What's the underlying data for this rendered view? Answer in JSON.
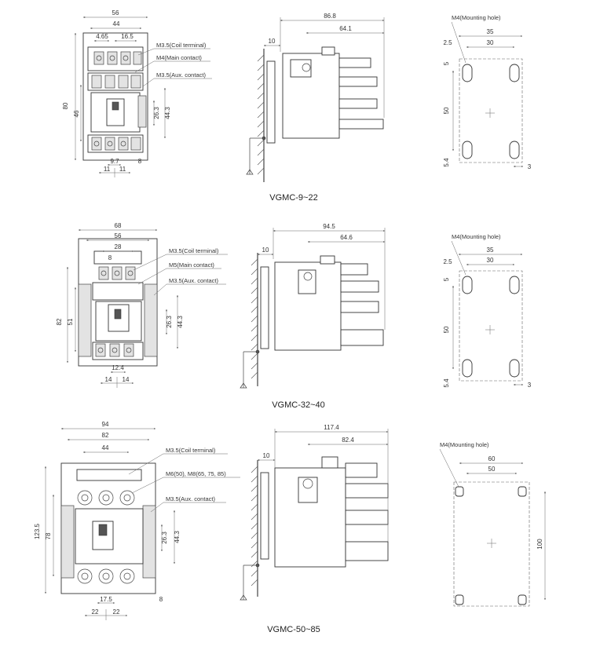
{
  "models": [
    {
      "caption": "VGMC-9~22",
      "front": {
        "dims": {
          "outer_width": "56",
          "inner_width": "44",
          "left_offset": "4.65",
          "terminal_spacing": "16.5",
          "total_height": "80",
          "body_height": "46",
          "aux_height_1": "26.3",
          "aux_height_2": "44.3",
          "bottom_mid": "9.7",
          "bottom_right": "8",
          "bottom_left_1": "11",
          "bottom_left_2": "11"
        },
        "labels": {
          "coil": "M3.5(Coil terminal)",
          "main": "M4(Main contact)",
          "aux": "M3.5(Aux. contact)"
        }
      },
      "side": {
        "dims": {
          "total_depth": "86.8",
          "body_depth": "64.1",
          "rail": "10"
        }
      },
      "mount": {
        "label": "M4(Mounting hole)",
        "dims": {
          "outer": "35",
          "inner": "30",
          "edge": "2.5",
          "top": "5",
          "height": "50",
          "bottom": "5.4",
          "right": "3"
        }
      }
    },
    {
      "caption": "VGMC-32~40",
      "front": {
        "dims": {
          "outer_width": "68",
          "inner_width": "56",
          "mid_width": "28",
          "small": "8",
          "total_height": "82",
          "body_height": "51",
          "aux_height_1": "26.3",
          "aux_height_2": "44.3",
          "bottom_mid": "12.4",
          "bottom_left_1": "14",
          "bottom_left_2": "14"
        },
        "labels": {
          "coil": "M3.5(Coil terminal)",
          "main": "M5(Main contact)",
          "aux": "M3.5(Aux. contact)"
        }
      },
      "side": {
        "dims": {
          "total_depth": "94.5",
          "body_depth": "64.6",
          "rail": "10"
        }
      },
      "mount": {
        "label": "M4(Mounting hole)",
        "dims": {
          "outer": "35",
          "inner": "30",
          "edge": "2.5",
          "top": "5",
          "height": "50",
          "bottom": "5.4",
          "right": "3"
        }
      }
    },
    {
      "caption": "VGMC-50~85",
      "front": {
        "dims": {
          "outer_width": "94",
          "inner_width": "82",
          "mid_width": "44",
          "total_height": "123.5",
          "body_height": "78",
          "aux_height_1": "26.3",
          "aux_height_2": "44.3",
          "bottom_mid": "17.5",
          "bottom_right": "8",
          "bottom_left_1": "22",
          "bottom_left_2": "22"
        },
        "labels": {
          "coil": "M3.5(Coil terminal)",
          "main": "M6(50), M8(65, 75, 85)",
          "aux": "M3.5(Aux. contact)"
        }
      },
      "side": {
        "dims": {
          "total_depth": "117.4",
          "body_depth": "82.4",
          "rail": "10"
        }
      },
      "mount": {
        "label": "M4(Mounting hole)",
        "dims": {
          "outer": "60",
          "inner": "50",
          "height": "100"
        }
      }
    }
  ]
}
